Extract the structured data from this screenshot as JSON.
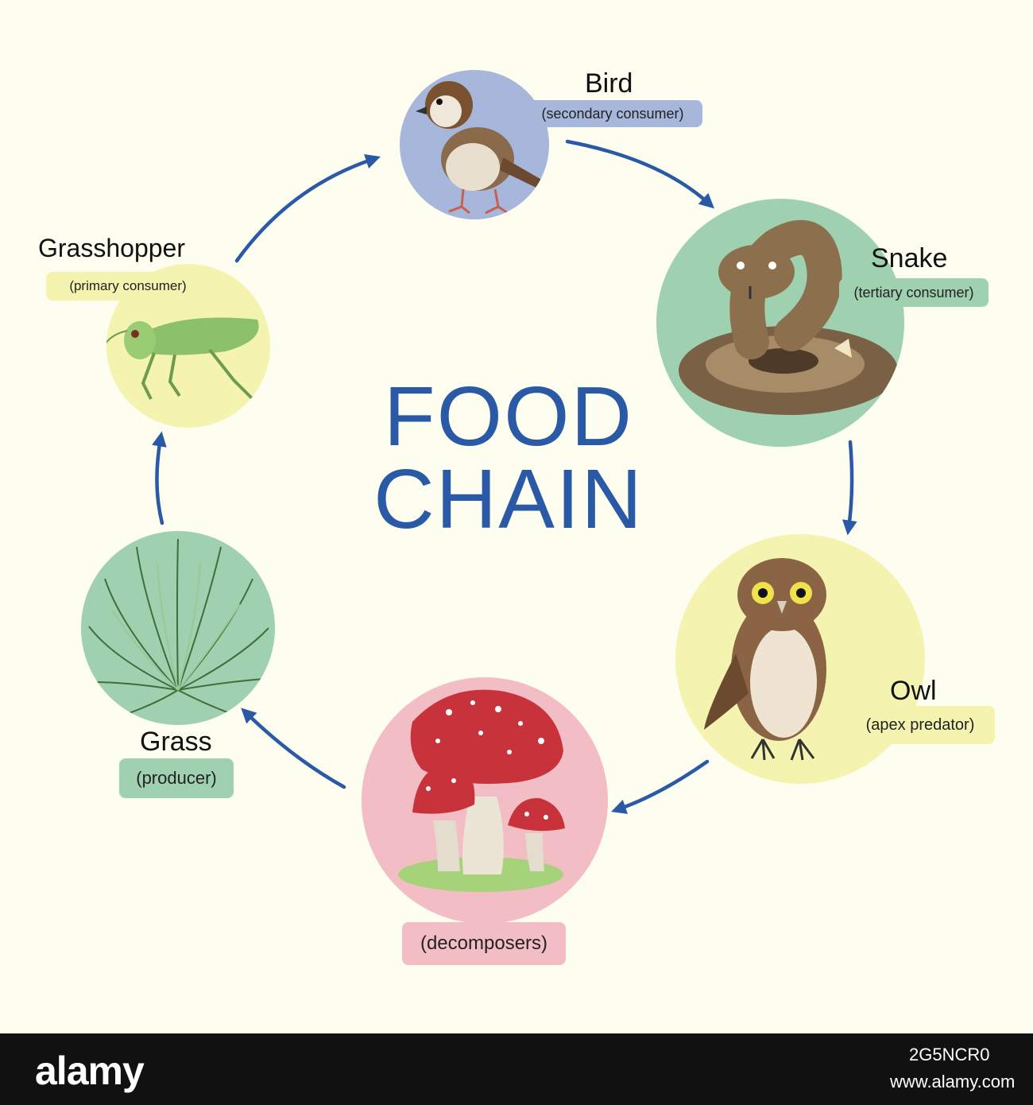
{
  "title": {
    "line1": "FOOD",
    "line2": "CHAIN"
  },
  "nodes": {
    "bird": {
      "name": "Bird",
      "role": "(secondary consumer)"
    },
    "snake": {
      "name": "Snake",
      "role": "(tertiary consumer)"
    },
    "owl": {
      "name": "Owl",
      "role": "(apex predator)"
    },
    "decomposers": {
      "role": "(decomposers)"
    },
    "grass": {
      "name": "Grass",
      "role": "(producer)"
    },
    "grasshopper": {
      "name": "Grasshopper",
      "role": "(primary consumer)"
    }
  },
  "colors": {
    "background": "#fdfdf0",
    "title": "#2a5aa6",
    "arrow": "#2a5aa6",
    "bird_circle": "#a7b6db",
    "snake_circle": "#9fd0b0",
    "owl_circle": "#f4f3b0",
    "mushroom_circle": "#f3bdc6",
    "grass_circle": "#9fd0b0",
    "grasshopper_circle": "#f4f3b0"
  },
  "footer": {
    "logo": "alamy",
    "image_id": "2G5NCR0",
    "url": "www.alamy.com"
  }
}
